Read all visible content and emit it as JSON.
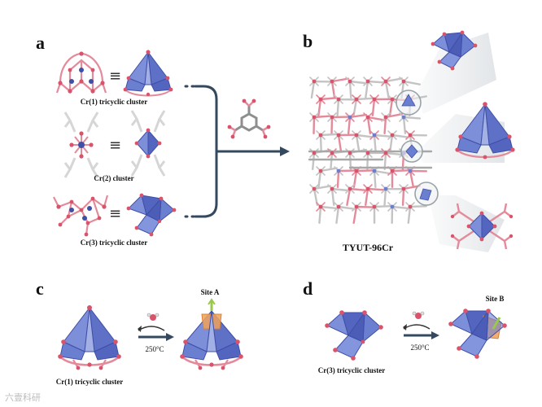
{
  "panels": {
    "a": {
      "letter": "a",
      "clusters": [
        {
          "label": "Cr(1) tricyclic cluster"
        },
        {
          "label": "Cr(2) cluster"
        },
        {
          "label": "Cr(3) tricyclic cluster"
        }
      ],
      "equiv_symbol": "≡"
    },
    "b": {
      "letter": "b",
      "framework_label": "TYUT-96Cr"
    },
    "c": {
      "letter": "c",
      "site_label": "Site A",
      "temperature": "250°C",
      "cluster_label": "Cr(1) tricyclic cluster"
    },
    "d": {
      "letter": "d",
      "site_label": "Site B",
      "temperature": "250°C",
      "cluster_label": "Cr(3) tricyclic cluster"
    }
  },
  "watermark": "六壹科研",
  "colors": {
    "polyhedron": "#6b7fd1",
    "polyhedron_dark": "#3f4fa8",
    "oxygen": "#d9536b",
    "bond_pink": "#e48b9b",
    "carbon": "#8e8e8e",
    "arrow": "#34495e",
    "site_orange": "#f0a15a",
    "water_green": "#9ac94a"
  }
}
